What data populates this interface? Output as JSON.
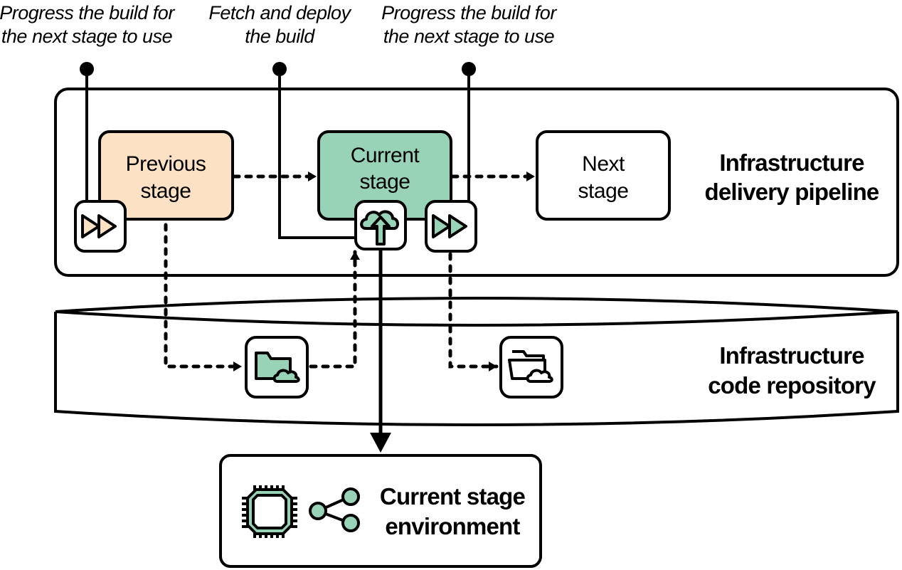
{
  "title": "Infrastructure delivery pipeline stage fetching and progressing builds",
  "colors": {
    "previous_stage_fill": "#fde1c4",
    "current_stage_fill": "#98d3b7",
    "next_stage_fill": "#ffffff",
    "stroke": "#000000",
    "accent_green": "#98d3b7",
    "accent_peach": "#fde1c4"
  },
  "captions": [
    {
      "lines": [
        "Progress the build for",
        "the next stage to use"
      ]
    },
    {
      "lines": [
        "Fetch and deploy",
        "the build"
      ]
    },
    {
      "lines": [
        "Progress the build for",
        "the next stage to use"
      ]
    }
  ],
  "pipeline": {
    "title_lines": [
      "Infrastructure",
      "delivery pipeline"
    ],
    "stages": [
      {
        "id": "previous",
        "lines": [
          "Previous",
          "stage"
        ]
      },
      {
        "id": "current",
        "lines": [
          "Current",
          "stage"
        ]
      },
      {
        "id": "next",
        "lines": [
          "Next",
          "stage"
        ]
      }
    ],
    "icons": [
      "fast-forward-icon",
      "cloud-upload-icon",
      "fast-forward-icon"
    ]
  },
  "repository": {
    "title_lines": [
      "Infrastructure",
      "code repository"
    ],
    "icons": [
      "folder-cloud-icon-filled",
      "folder-cloud-icon-outline"
    ]
  },
  "environment": {
    "title_lines": [
      "Current stage",
      "environment"
    ],
    "icons": [
      "chip-icon",
      "share-nodes-icon"
    ]
  }
}
